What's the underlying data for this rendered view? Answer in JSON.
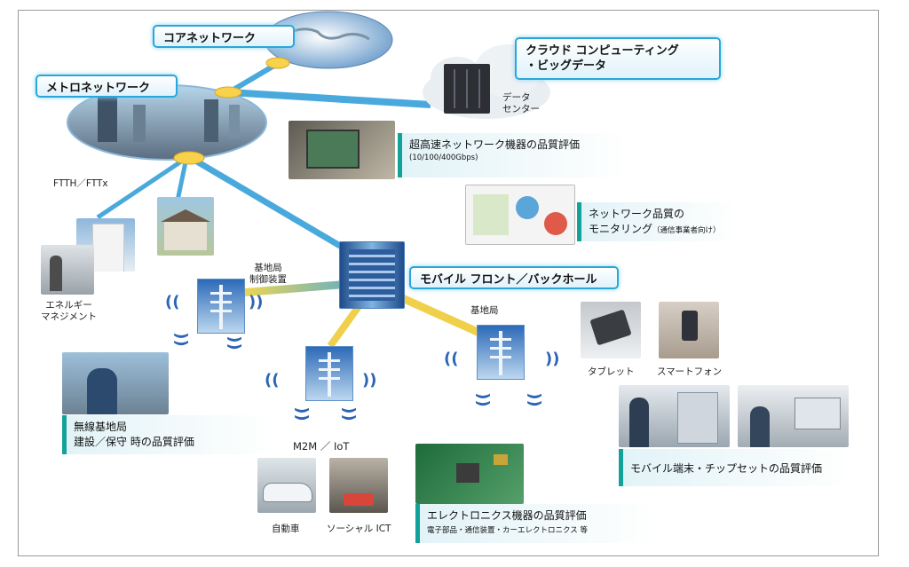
{
  "nodes": {
    "core": "コアネットワーク",
    "metro": "メトロネットワーク",
    "cloud_line1": "クラウド コンピューティング",
    "cloud_line2": "・ビッグデータ",
    "datacenter_line1": "データ",
    "datacenter_line2": "センター",
    "mobile_fronthaul": "モバイル フロント／バックホール"
  },
  "labels": {
    "ftth": "FTTH／FTTx",
    "energy_line1": "エネルギー",
    "energy_line2": "マネジメント",
    "bs_controller_line1": "基地局",
    "bs_controller_line2": "制御装置",
    "base_station": "基地局",
    "m2m": "M2M ／ IoT",
    "car": "自動車",
    "social_ict": "ソーシャル ICT",
    "tablet": "タブレット",
    "smartphone": "スマートフォン"
  },
  "boxes": {
    "highspeed_title": "超高速ネットワーク機器の品質評価",
    "highspeed_sub": "(10/100/400Gbps)",
    "monitoring_title1": "ネットワーク品質の",
    "monitoring_title2": "モニタリング",
    "monitoring_sub": "（通信事業者向け）",
    "wireless_line1": "無線基地局",
    "wireless_line2": "建設／保守 時の品質評価",
    "mobile_device": "モバイル端末・チップセットの品質評価",
    "electronics_title": "エレクトロニクス機器の品質評価",
    "electronics_sub": "電子部品・通信装置・カーエレクトロニクス 等"
  },
  "colors": {
    "pill_border": "#2aa7d8",
    "box_accent": "#13a29a",
    "link_blue": "#4aa9dc",
    "link_yellow": "#f0d04a",
    "tower_blue": "#2d6ab8"
  },
  "icons": [
    "globe-icon",
    "city-icon",
    "cloud-icon",
    "datacenter-rack-icon",
    "antenna-tower-icon",
    "radio-wave-icon",
    "house-icon",
    "apartment-icon",
    "tablet-icon",
    "smartphone-icon",
    "car-icon",
    "circuit-board-icon"
  ]
}
